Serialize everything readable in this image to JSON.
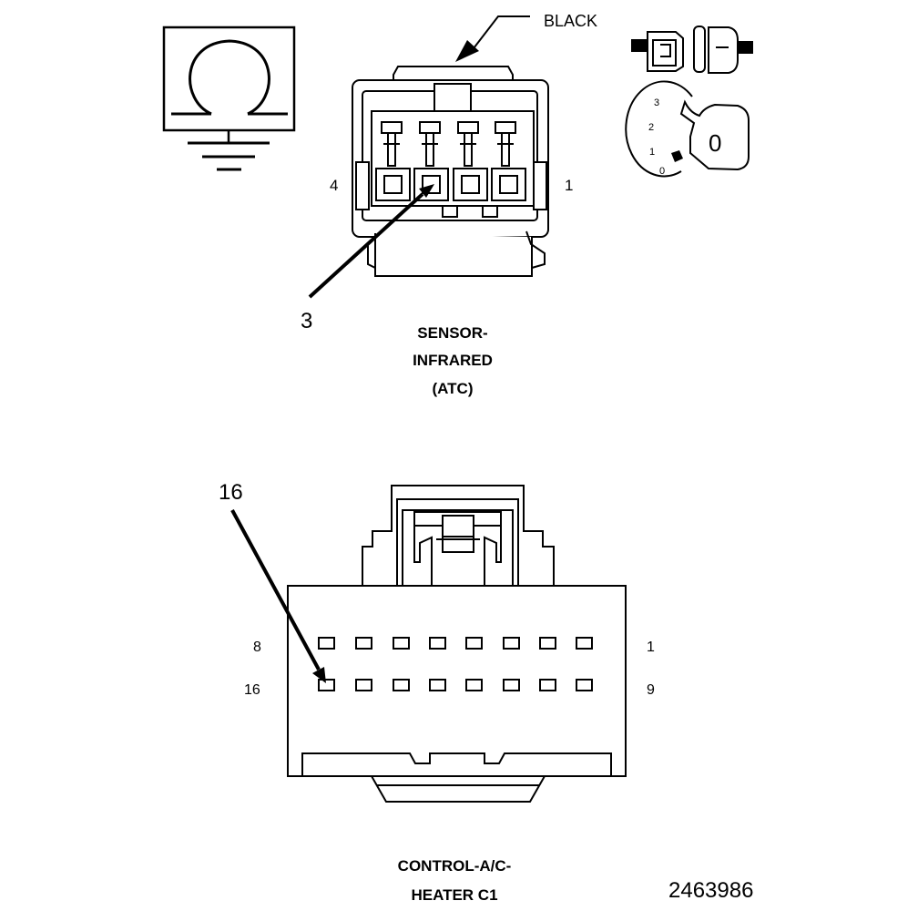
{
  "wire_color": "BLACK",
  "sensor": {
    "title_lines": [
      "SENSOR-",
      "INFRARED",
      "(ATC)"
    ],
    "pin_left": "4",
    "pin_right": "1",
    "callout": "3"
  },
  "ignition_switch": {
    "positions": [
      "3",
      "2",
      "1",
      "0"
    ],
    "key_text": "0"
  },
  "control": {
    "title_lines": [
      "CONTROL-A/C-",
      "HEATER C1"
    ],
    "row1_left": "8",
    "row1_right": "1",
    "row2_left": "16",
    "row2_right": "9",
    "callout": "16"
  },
  "figure_number": "2463986"
}
